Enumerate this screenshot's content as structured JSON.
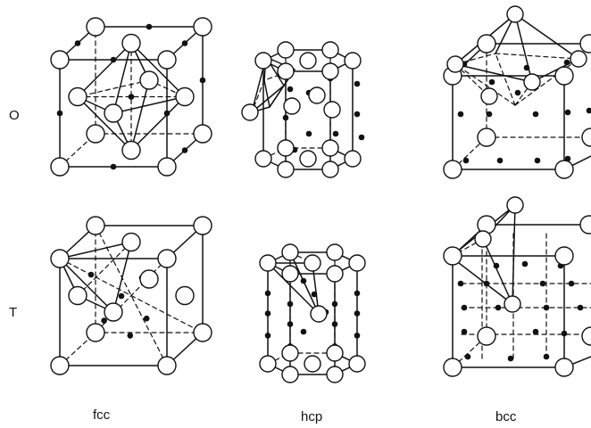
{
  "figure": {
    "row_labels": [
      "O",
      "T"
    ],
    "column_labels": [
      "fcc",
      "hcp",
      "bcc"
    ],
    "panels": [
      {
        "row": "O",
        "column": "fcc"
      },
      {
        "row": "O",
        "column": "hcp"
      },
      {
        "row": "O",
        "column": "bcc"
      },
      {
        "row": "T",
        "column": "fcc"
      },
      {
        "row": "T",
        "column": "hcp"
      },
      {
        "row": "T",
        "column": "bcc"
      }
    ]
  }
}
